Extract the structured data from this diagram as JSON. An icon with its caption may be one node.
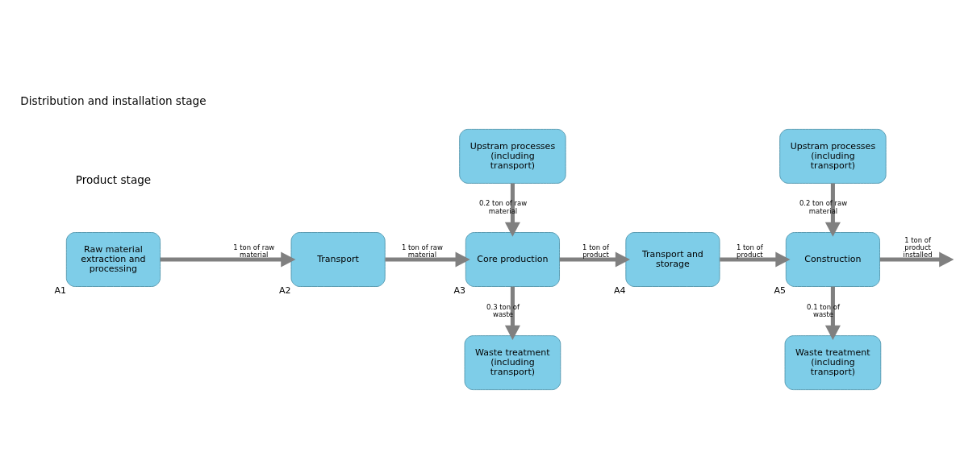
{
  "diagram": {
    "nodes": [
      {
        "text": [
          "Raw material extraction and processing"
        ],
        "beside": [
          "A1"
        ]
      },
      {
        "text": [
          "Transport"
        ],
        "beside": [
          "A2"
        ]
      },
      {
        "text": [
          "Upstram processes (including transport)"
        ]
      },
      {
        "text": [
          "Core production"
        ],
        "beside": [
          "A3"
        ]
      },
      {
        "text": [
          "Waste treatment (including transport)"
        ]
      },
      {
        "text": [
          "Transport and storage"
        ],
        "beside": [
          "A4"
        ]
      },
      {
        "text": [
          "Upstram processes (including transport)"
        ]
      },
      {
        "text": [
          "Construction"
        ],
        "beside": [
          "A5"
        ]
      },
      {
        "text": [
          "Waste treatment (including transport)"
        ]
      }
    ],
    "edges": [
      {
        "from": 0,
        "to": 1,
        "arrow": "to",
        "label": "1 ton of raw material"
      },
      {
        "from": 1,
        "to": 3,
        "arrow": "to",
        "label": "1 ton of raw material"
      },
      {
        "from": 2,
        "to": 3,
        "arrow": "to",
        "label": "0.2 ton of raw material"
      },
      {
        "from": 3,
        "to": 4,
        "arrow": "to",
        "label": "0.3 ton of waste"
      },
      {
        "from": 3,
        "to": 5,
        "arrow": "to",
        "label": "1 ton of product"
      },
      {
        "from": 5,
        "to": 7,
        "arrow": "to",
        "label": "1 ton of product"
      },
      {
        "from": 6,
        "to": 7,
        "arrow": "to",
        "label": "0.2 ton of raw material"
      },
      {
        "from": 7,
        "to": 8,
        "arrow": "to",
        "label": "0.1 ton of waste"
      },
      {
        "from": 7,
        "to": null,
        "arrow": "to",
        "label": "1 ton of product installed"
      }
    ],
    "labels": [
      "Product stage",
      "Distribution and installation stage"
    ]
  }
}
